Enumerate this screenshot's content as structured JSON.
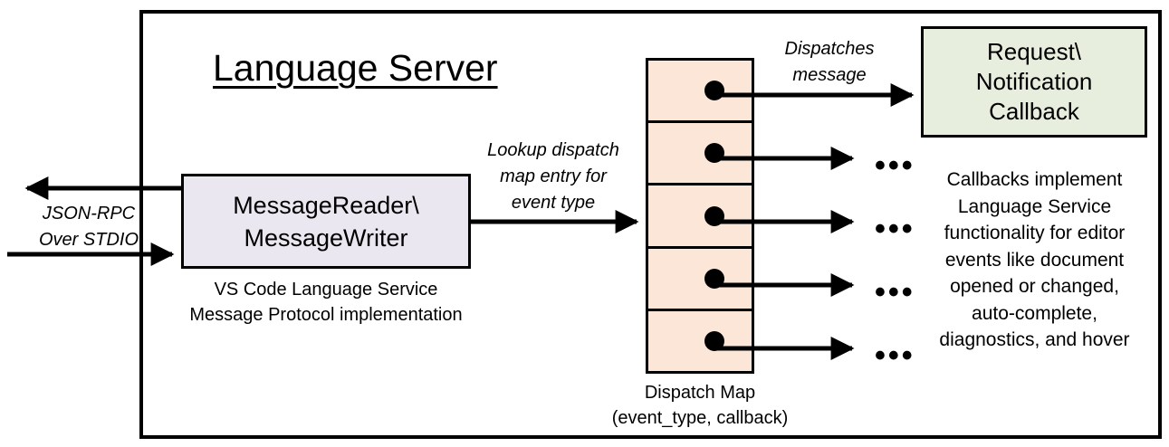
{
  "diagram": {
    "title": "Language Server",
    "outer_frame_name": "language-server-boundary",
    "colors": {
      "stroke": "#000000",
      "background": "#FFFFFF",
      "message_box_fill": "#EBE7F0",
      "dispatch_map_fill": "#FCE6D8",
      "callback_box_fill": "#E8EEDE"
    }
  },
  "nodes": {
    "message_io": {
      "label": "MessageReader\\\nMessageWriter",
      "caption": "VS Code Language Service\nMessage Protocol implementation"
    },
    "dispatch_map": {
      "caption": "Dispatch Map\n(event_type, callback)",
      "row_count": 5,
      "rows": [
        {
          "dot": "entry-dot"
        },
        {
          "dot": "entry-dot"
        },
        {
          "dot": "entry-dot"
        },
        {
          "dot": "entry-dot"
        },
        {
          "dot": "entry-dot"
        }
      ]
    },
    "callback": {
      "label": "Request\\\nNotification\nCallback",
      "caption": "Callbacks implement\nLanguage Service\nfunctionality for editor\nevents like document\nopened or changed,\nauto-complete,\ndiagnostics, and hover"
    }
  },
  "edges": {
    "transport": {
      "label": "JSON-RPC\nOver STDIO",
      "outbound_direction": "left",
      "inbound_direction": "right"
    },
    "lookup": {
      "label": "Lookup dispatch\nmap entry for\nevent type"
    },
    "dispatch": {
      "label": "Dispatches\nmessage"
    },
    "continuation_marker": "•••",
    "continuation_count": 4
  }
}
